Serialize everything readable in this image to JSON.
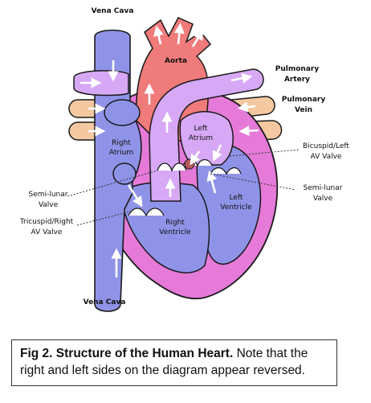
{
  "labels": {
    "vena_cava_top": "Vena Cava",
    "vena_cava_bottom": "Vena Cava",
    "aorta": "Aorta",
    "pulmonary_artery_line1": "Pulmonary",
    "pulmonary_artery_line2": "Artery",
    "pulmonary_vein_line1": "Pulmonary",
    "pulmonary_vein_line2": "Vein",
    "bicuspid_line1": "Bicuspid/Left",
    "bicuspid_line2": "AV Valve",
    "semilunar_right_line1": "Semi-lunar",
    "semilunar_right_line2": "Valve",
    "semilunar_left_line1": "Semi-lunar",
    "semilunar_left_line2": "Valve",
    "tricuspid_line1": "Tricuspid/Right",
    "tricuspid_line2": "AV Valve",
    "right_atrium_line1": "Right",
    "right_atrium_line2": "Atrium",
    "left_atrium_line1": "Left",
    "left_atrium_line2": "Atrium",
    "left_ventricle_line1": "Left",
    "left_ventricle_line2": "Ventricle",
    "right_ventricle_line1": "Right",
    "right_ventricle_line2": "Ventricle"
  },
  "caption": {
    "bold": "Fig 2. Structure of the Human Heart.",
    "text": " Note that the right and left sides on the diagram appear reversed."
  },
  "colors": {
    "deoxygenated": "#8f93e8",
    "oxygenated": "#f07b7b",
    "pulmonary_artery": "#d6a8f5",
    "pulmonary_vein": "#f4c8a0",
    "heart_wall": "#e57ad8",
    "outline": "#1a1a1a"
  }
}
